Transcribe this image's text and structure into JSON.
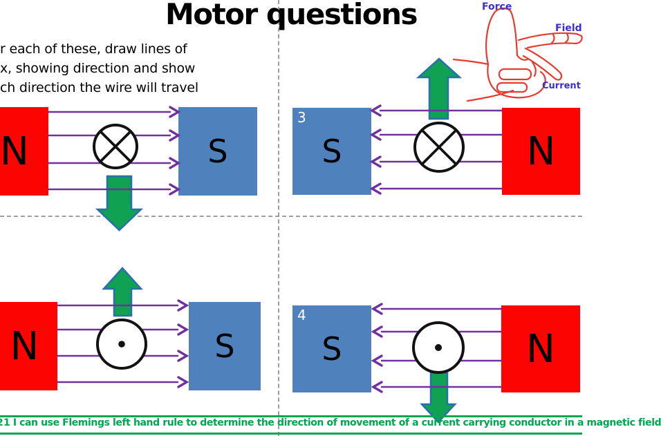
{
  "title": "Motor questions",
  "instructions": {
    "lines": [
      "r each of these, draw lines of",
      "x, showing direction and show",
      "ch direction the wire will travel"
    ]
  },
  "hand_rule": {
    "labels": {
      "force": "Force",
      "field": "Field",
      "current": "Current"
    }
  },
  "diagrams": [
    {
      "number": "",
      "left_magnet": "N",
      "right_magnet": "S",
      "current_symbol": "into-page (circle with X)",
      "field_direction": "right",
      "force_arrow": "down"
    },
    {
      "number": "3",
      "left_magnet": "S",
      "right_magnet": "N",
      "current_symbol": "into-page (circle with X)",
      "field_direction": "left",
      "force_arrow": "up"
    },
    {
      "number": "",
      "left_magnet": "N",
      "right_magnet": "S",
      "current_symbol": "out-of-page (circle with dot)",
      "field_direction": "right",
      "force_arrow": "up"
    },
    {
      "number": "4",
      "left_magnet": "S",
      "right_magnet": "N",
      "current_symbol": "out-of-page (circle with dot)",
      "field_direction": "left",
      "force_arrow": "down"
    }
  ],
  "footer": {
    "prefix_fragment": "2",
    "text": "1 I can use Flemings left hand rule to determine the direction of movement of a current carrying conductor in a magnetic field"
  },
  "colors": {
    "magnet_red": "#fb0402",
    "magnet_blue": "#4f81bd",
    "field_line_purple": "#7030a0",
    "force_arrow_green": "#10a152",
    "force_arrow_border": "#2a6fad",
    "hand_outline_red": "#e8392f",
    "hand_label_blue": "#3b2fc8",
    "footer_green": "#00a651",
    "divider_gray": "#9e9e9e"
  }
}
